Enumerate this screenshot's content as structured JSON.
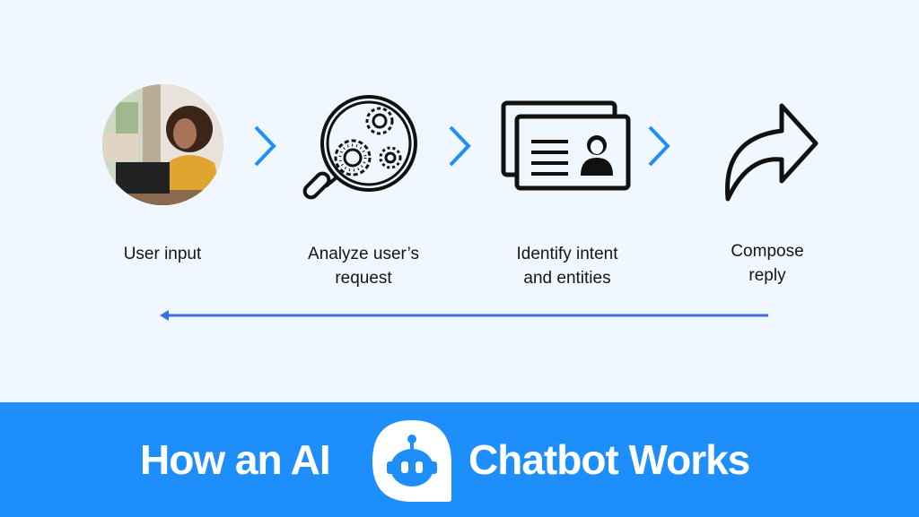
{
  "steps": [
    {
      "label_line1": "User input",
      "label_line2": "",
      "icon": "user-at-laptop-photo"
    },
    {
      "label_line1": "Analyze user’s",
      "label_line2": "request",
      "icon": "magnifier-gears-icon"
    },
    {
      "label_line1": "Identify intent",
      "label_line2": "and entities",
      "icon": "id-cards-icon"
    },
    {
      "label_line1": "Compose",
      "label_line2": "reply",
      "icon": "share-arrow-icon"
    }
  ],
  "connectors": {
    "arrow_color": "#1e8efa",
    "return_arrow_color": "#3a6ff0"
  },
  "footer": {
    "title_left": "How an AI",
    "title_right": "Chatbot Works",
    "logo": "chatbot-robot-icon",
    "background": "#1e8efa"
  },
  "colors": {
    "background": "#f1f7fe",
    "text": "#151515"
  }
}
